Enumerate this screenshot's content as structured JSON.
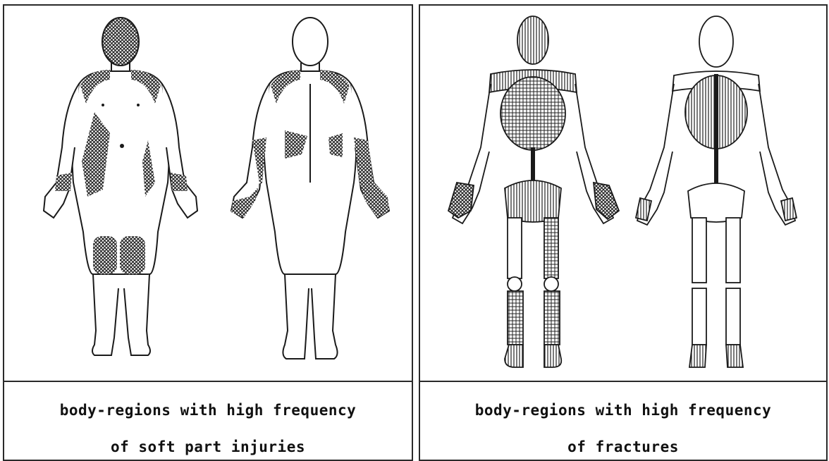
{
  "panels": [
    {
      "caption_line1": "body-regions with high frequency",
      "caption_line2": "of soft part injuries",
      "figures": [
        "front-body-figure",
        "back-body-figure"
      ]
    },
    {
      "caption_line1": "body-regions with high frequency",
      "caption_line2": "of fractures",
      "figures": [
        "front-skeleton-figure",
        "back-skeleton-figure"
      ]
    }
  ],
  "colors": {
    "ink": "#1a1a1a",
    "shade": "#3a3a3a",
    "background": "#ffffff"
  }
}
